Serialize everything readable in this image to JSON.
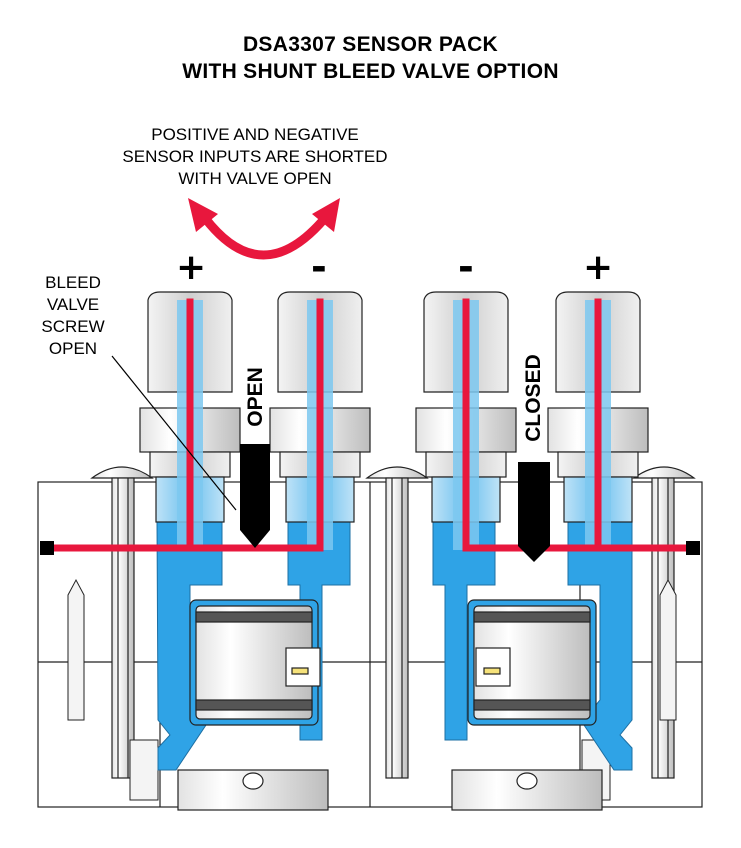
{
  "title_line1": "DSA3307 SENSOR PACK",
  "title_line2": "WITH SHUNT BLEED VALVE OPTION",
  "note_line1": "POSITIVE AND NEGATIVE",
  "note_line2": "SENSOR INPUTS ARE SHORTED",
  "note_line3": "WITH VALVE OPEN",
  "bleed_line1": "BLEED",
  "bleed_line2": "VALVE",
  "bleed_line3": "SCREW",
  "bleed_line4": "OPEN",
  "left_pos": "+",
  "left_neg": "-",
  "right_neg": "-",
  "right_pos": "+",
  "open_label": "OPEN",
  "closed_label": "CLOSED",
  "colors": {
    "signal_red": "#e8173d",
    "fluid_blue": "#2fa3e6",
    "valve_black": "#000000",
    "outline": "#222222"
  }
}
